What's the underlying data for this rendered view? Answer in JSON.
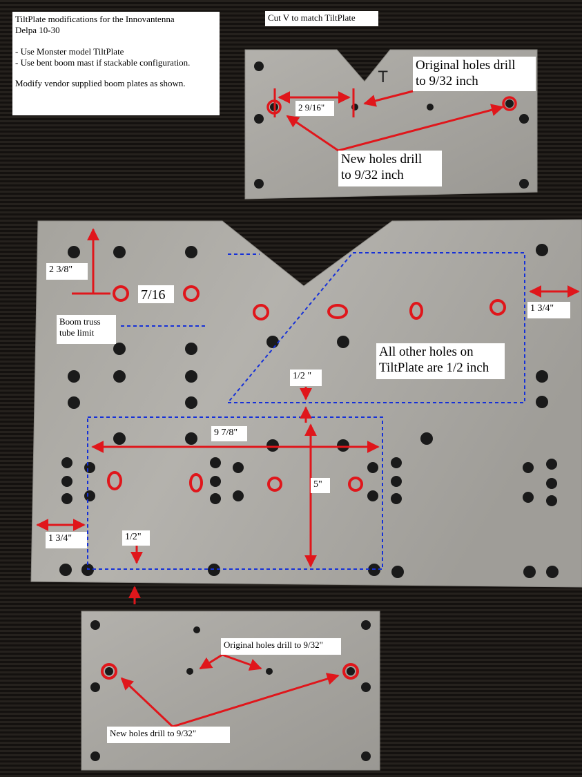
{
  "notes": {
    "title": "TiltPlate modifications for the Innovantenna\nDelpa 10-30",
    "line1": "- Use Monster model TiltPlate",
    "line2": "- Use bent boom mast if stackable configuration.",
    "line3": "Modify vendor supplied boom plates as shown."
  },
  "top_plate": {
    "cut_note": "Cut V to match TiltPlate",
    "orig_holes": "Original holes drill\nto 9/32 inch",
    "new_holes": "New holes drill\nto 9/32 inch",
    "spacing": "2 9/16\"",
    "marker_text": "T"
  },
  "tilt_plate": {
    "dim_2_3_8": "2  3/8\"",
    "dim_7_16": "7/16",
    "boom_truss": "Boom truss\ntube limit",
    "dim_1_3_4_right": "1  3/4\"",
    "all_other_holes": "All other holes on\nTiltPlate are 1/2 inch",
    "dim_half_top": "1/2 \"",
    "dim_9_7_8": "9  7/8\"",
    "dim_5": "5\"",
    "dim_1_3_4_left": "1  3/4\"",
    "dim_half_bottom": "1/2\""
  },
  "bottom_plate": {
    "orig_holes": "Original holes drill to 9/32\"",
    "new_holes": "New holes drill to 9/32\""
  },
  "colors": {
    "plate": "#a9a7a2",
    "hole": "#1a1a1a",
    "highlight": "#e0161b",
    "dashed": "#1530d8"
  }
}
